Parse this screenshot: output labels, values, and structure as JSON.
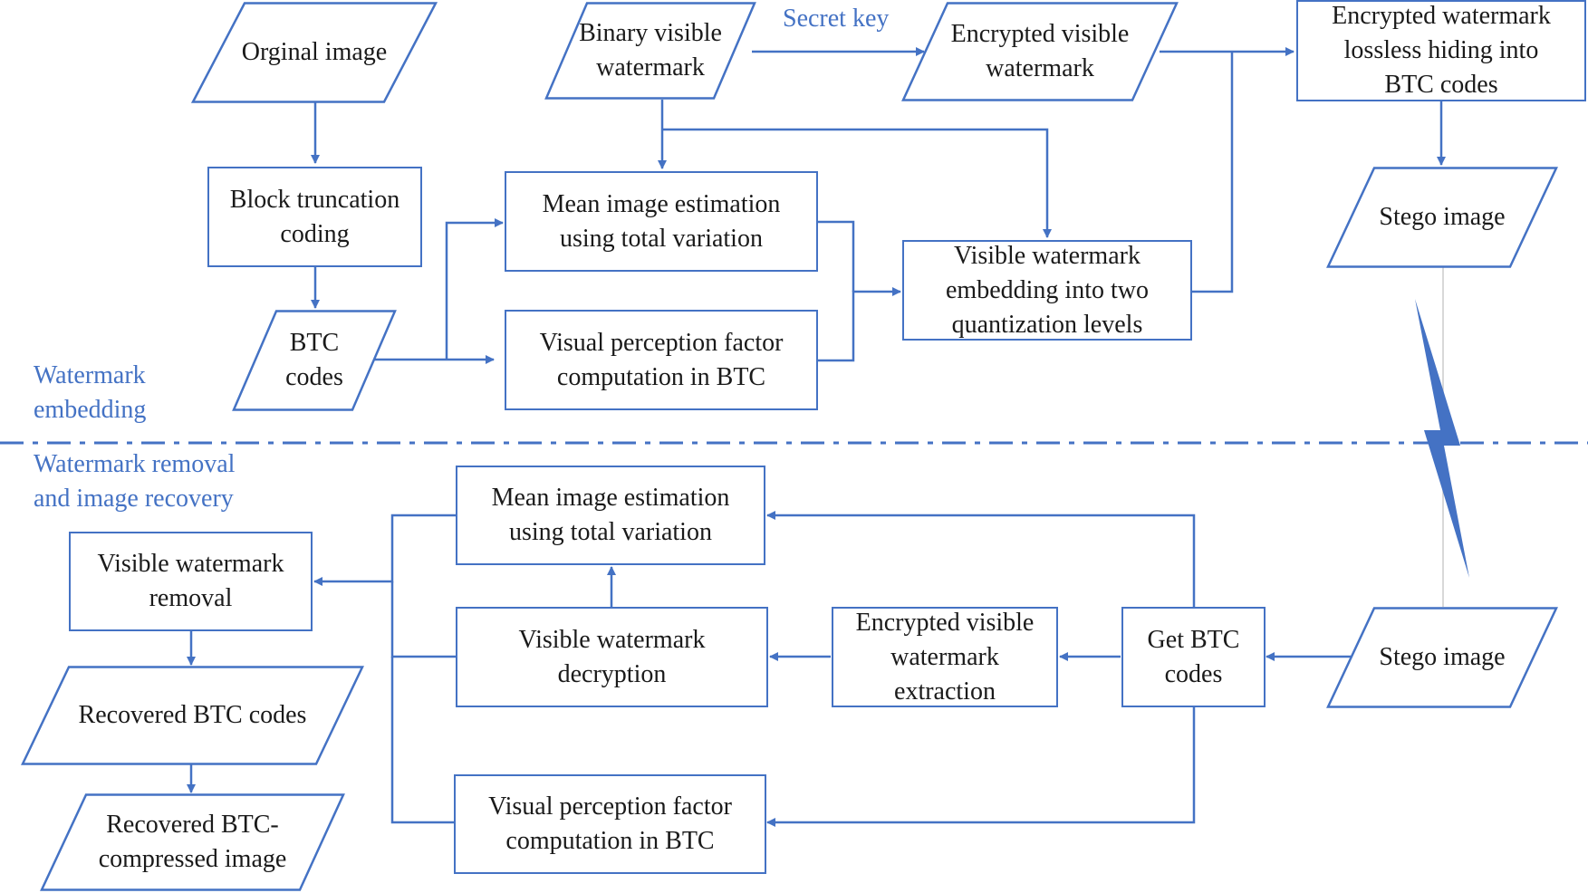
{
  "colors": {
    "accent": "#4472c4",
    "text": "#1a1a1a",
    "background": "#ffffff"
  },
  "sections": {
    "embedding_label": "Watermark\nembedding",
    "removal_label": "Watermark removal\nand image recovery"
  },
  "edge_labels": {
    "secret_key": "Secret key"
  },
  "nodes": {
    "original_image": "Orginal image",
    "btc_coding": "Block truncation\ncoding",
    "btc_codes": "BTC\ncodes",
    "binary_watermark": "Binary visible\nwatermark",
    "encrypted_watermark": "Encrypted visible\nwatermark",
    "lossless_hiding": "Encrypted watermark\nlossless hiding into\nBTC codes",
    "stego_top": "Stego image",
    "mean_est_top": "Mean image estimation\nusing total variation",
    "vpf_top": "Visual perception factor\ncomputation in BTC",
    "embedding_levels": "Visible watermark\nembedding into two\nquantization levels",
    "stego_bottom": "Stego image",
    "get_btc": "Get BTC\ncodes",
    "extraction": "Encrypted visible\nwatermark\nextraction",
    "decryption": "Visible watermark\ndecryption",
    "mean_est_bottom": "Mean image estimation\nusing total variation",
    "vpf_bottom": "Visual perception factor\ncomputation in BTC",
    "removal": "Visible watermark\nremoval",
    "recovered_codes": "Recovered BTC codes",
    "recovered_image": "Recovered BTC-\ncompressed image"
  }
}
